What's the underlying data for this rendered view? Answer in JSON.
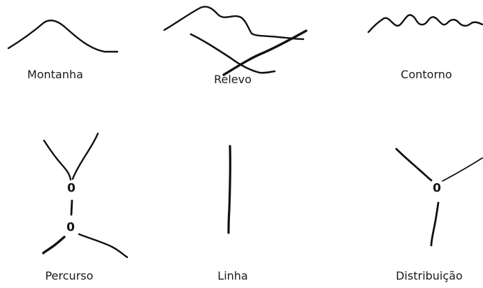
{
  "figures": [
    {
      "id": "montanha",
      "label": "Montanha"
    },
    {
      "id": "relevo",
      "label": "Relevo"
    },
    {
      "id": "contorno",
      "label": "Contorno"
    },
    {
      "id": "percurso",
      "label": "Percurso",
      "nodes": [
        "0",
        "0"
      ]
    },
    {
      "id": "linha",
      "label": "Linha"
    },
    {
      "id": "distribuicao",
      "label": "Distribuição",
      "nodes": [
        "0"
      ]
    }
  ],
  "colors": {
    "ink": "#111111",
    "background": "#ffffff"
  }
}
